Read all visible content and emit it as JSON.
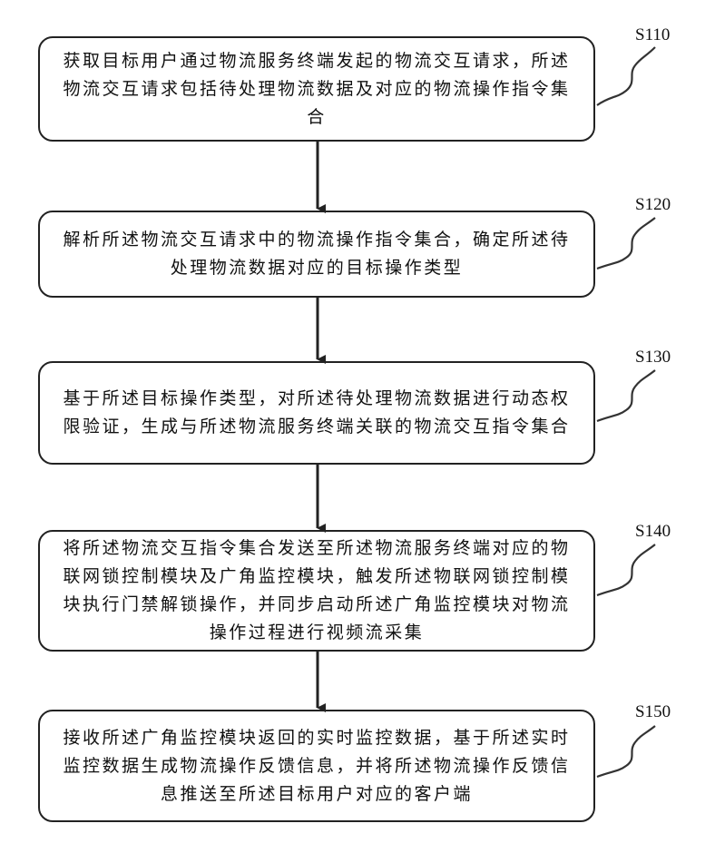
{
  "steps": [
    {
      "id": "S110",
      "label": "S110",
      "text": "获取目标用户通过物流服务终端发起的物流交互请求，所述物流交互请求包括待处理物流数据及对应的物流操作指令集合"
    },
    {
      "id": "S120",
      "label": "S120",
      "text": "解析所述物流交互请求中的物流操作指令集合，确定所述待处理物流数据对应的目标操作类型"
    },
    {
      "id": "S130",
      "label": "S130",
      "text": "基于所述目标操作类型，对所述待处理物流数据进行动态权限验证，生成与所述物流服务终端关联的物流交互指令集合"
    },
    {
      "id": "S140",
      "label": "S140",
      "text": "将所述物流交互指令集合发送至所述物流服务终端对应的物联网锁控制模块及广角监控模块，触发所述物联网锁控制模块执行门禁解锁操作，并同步启动所述广角监控模块对物流操作过程进行视频流采集"
    },
    {
      "id": "S150",
      "label": "S150",
      "text": "接收所述广角监控模块返回的实时监控数据，基于所述实时监控数据生成物流操作反馈信息，并将所述物流操作反馈信息推送至所述目标用户对应的客户端"
    }
  ]
}
